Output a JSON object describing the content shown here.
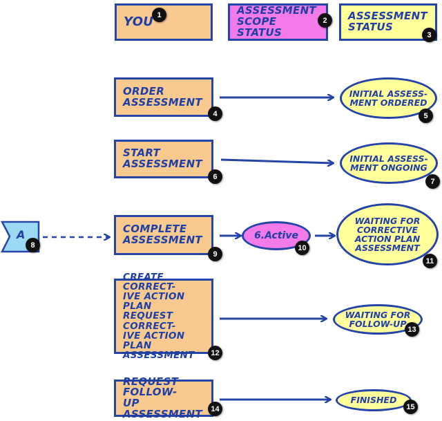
{
  "columns": {
    "you": "You",
    "scope": [
      "Assessment",
      "Scope Status"
    ],
    "status": [
      "Assessment",
      "Status"
    ]
  },
  "steps": [
    {
      "action": [
        "Order",
        "Assessment"
      ],
      "status": [
        "Initial Assess-",
        "ment ordered"
      ]
    },
    {
      "action": [
        "Start",
        "Assessment"
      ],
      "status": [
        "Initial Assess-",
        "ment Ongoing"
      ]
    },
    {
      "action": [
        "Complete",
        "Assessment"
      ],
      "scope": "6.Active",
      "status": [
        "Waiting for",
        "Corrective",
        "Action Plan",
        "Assessment"
      ]
    },
    {
      "action": [
        "Create Correct-",
        "ive Action Plan",
        "Request Correct-",
        "ive action plan",
        "Assessment"
      ],
      "status": [
        "Waiting for",
        "follow-up"
      ]
    },
    {
      "action": [
        "Request Follow-",
        "up Assessment"
      ],
      "status": [
        "Finished"
      ]
    }
  ],
  "flag": "A",
  "badges": [
    "1",
    "2",
    "3",
    "4",
    "5",
    "6",
    "7",
    "8",
    "9",
    "10",
    "11",
    "12",
    "13",
    "14",
    "15"
  ],
  "colors": {
    "stroke": "#2444a8",
    "you": "#f9ca90",
    "scope": "#f27be9",
    "status": "#ffff9c",
    "flag": "#9bd9f5"
  }
}
